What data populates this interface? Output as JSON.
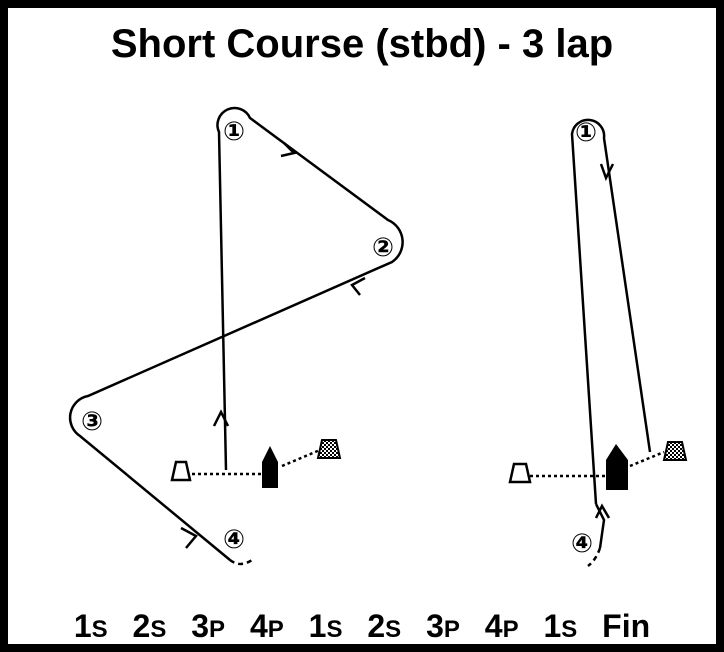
{
  "title": "Short Course (stbd) - 3 lap",
  "marks": [
    "①",
    "②",
    "③",
    "④"
  ],
  "sequence": [
    {
      "mark": "1",
      "side": "S"
    },
    {
      "mark": "2",
      "side": "S"
    },
    {
      "mark": "3",
      "side": "P"
    },
    {
      "mark": "4",
      "side": "P"
    },
    {
      "mark": "1",
      "side": "S"
    },
    {
      "mark": "2",
      "side": "S"
    },
    {
      "mark": "3",
      "side": "P"
    },
    {
      "mark": "4",
      "side": "P"
    },
    {
      "mark": "1",
      "side": "S"
    },
    {
      "mark": "Fin",
      "side": ""
    }
  ]
}
